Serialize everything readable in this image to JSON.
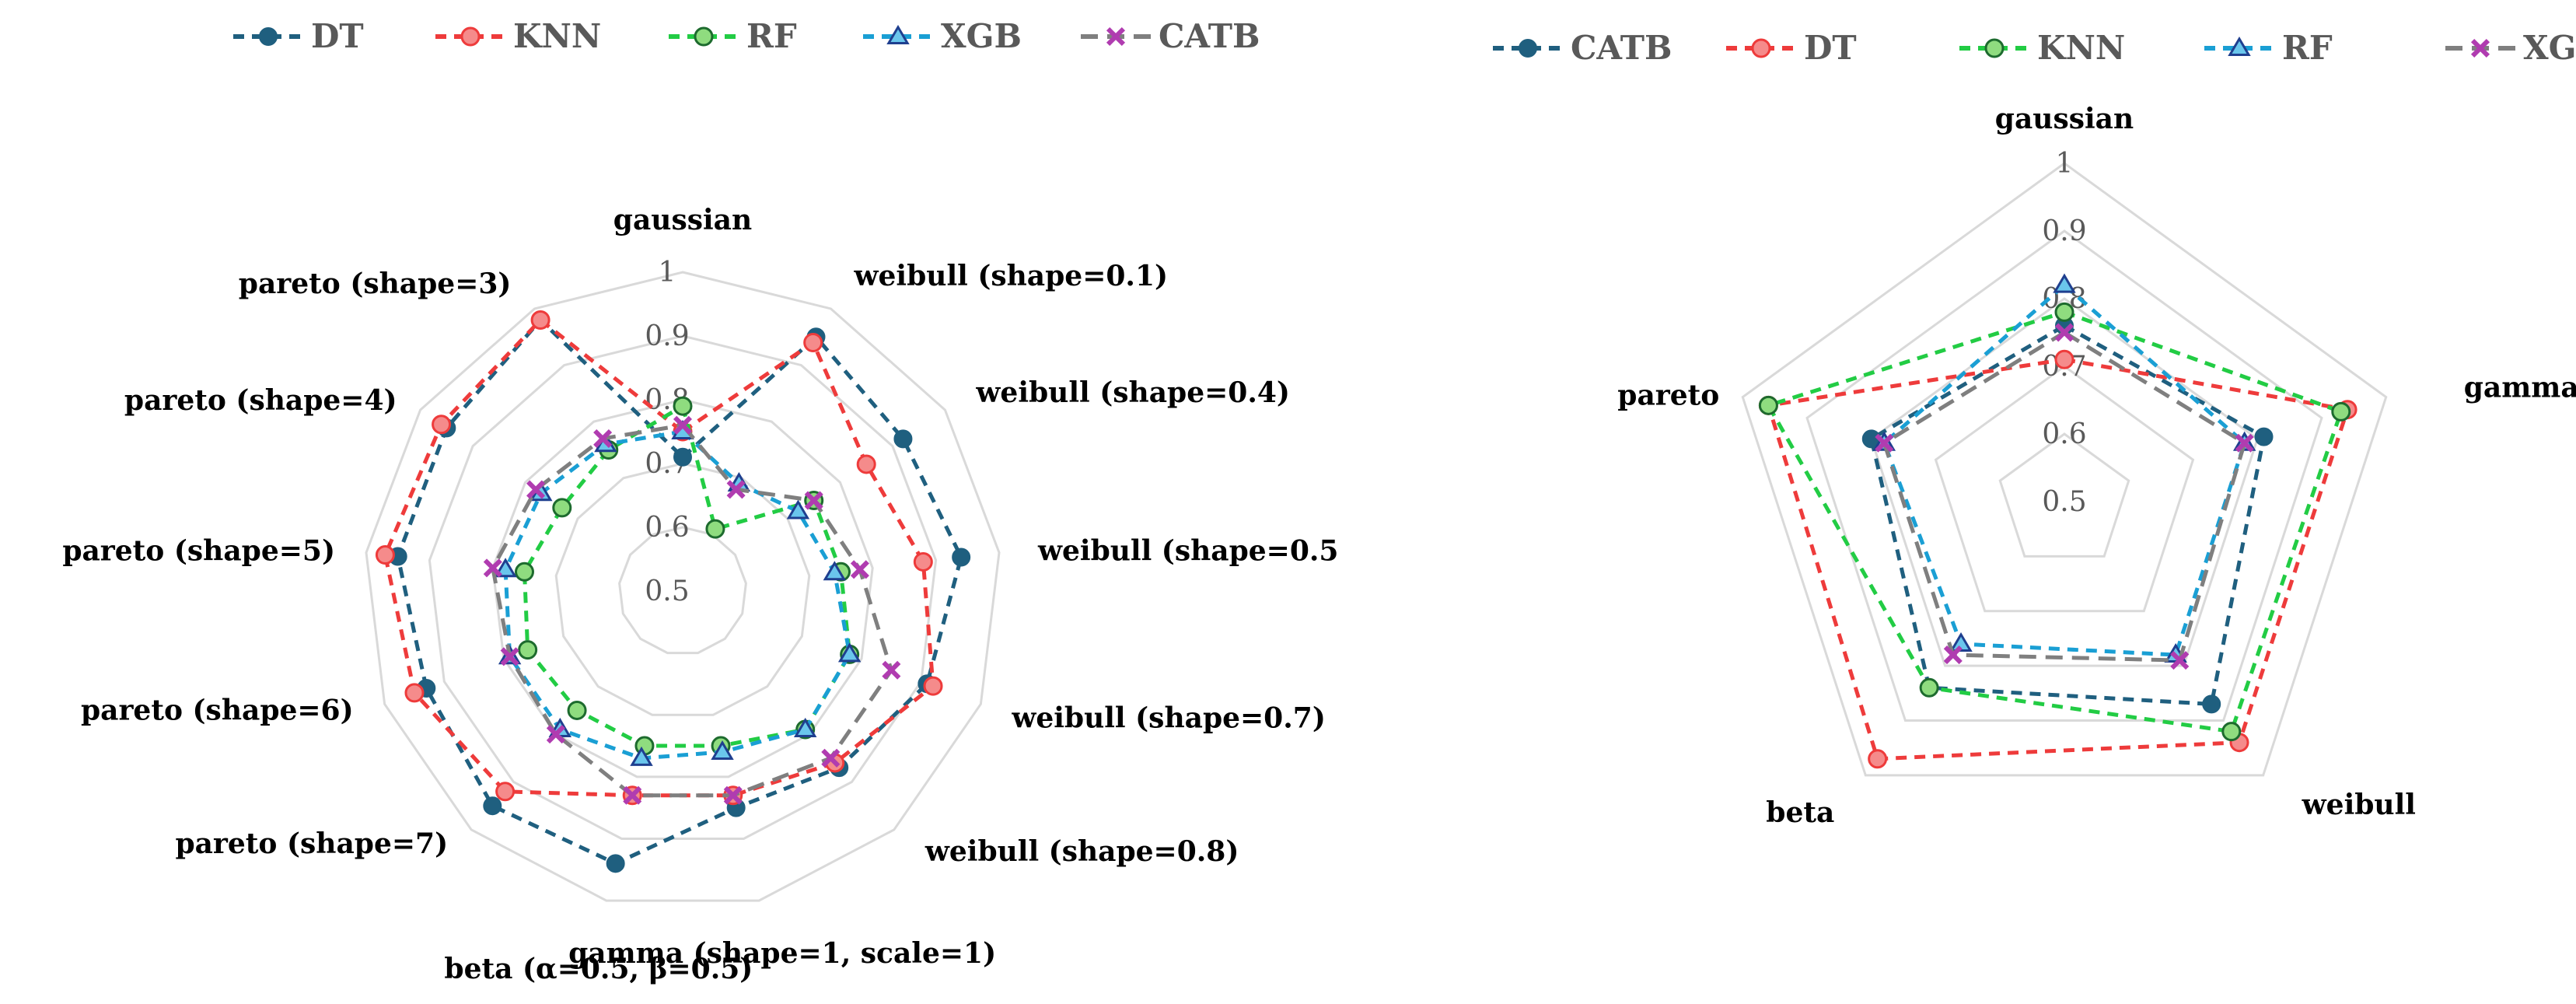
{
  "chart_data": [
    {
      "type": "radar",
      "legend_position": "top",
      "grid": true,
      "range": [
        0.5,
        1
      ],
      "ticks": [
        "0.5",
        "0.6",
        "0.7",
        "0.8",
        "0.9",
        "1"
      ],
      "categories": [
        "gaussian",
        "weibull (shape=0.1)",
        "weibull (shape=0.4)",
        "weibull (shape=0.5",
        "weibull (shape=0.7)",
        "weibull (shape=0.8)",
        "gamma (shape=1, scale=1)",
        "beta (α=0.5, β=0.5)",
        "pareto (shape=7)",
        "pareto (shape=6)",
        "pareto (shape=5)",
        "pareto (shape=4)",
        "pareto (shape=3)"
      ],
      "series": [
        {
          "name": "DT",
          "color": "#1f5f7f",
          "dash": "dash",
          "marker": "circle",
          "values": [
            0.71,
            0.95,
            0.92,
            0.94,
            0.91,
            0.87,
            0.85,
            0.94,
            0.95,
            0.93,
            0.95,
            0.95,
            0.98
          ]
        },
        {
          "name": "KNN",
          "color": "#ee3b3b",
          "dash": "dash",
          "marker": "circle-open-red",
          "values": [
            0.75,
            0.94,
            0.85,
            0.88,
            0.92,
            0.86,
            0.83,
            0.83,
            0.92,
            0.95,
            0.97,
            0.96,
            0.98
          ]
        },
        {
          "name": "RF",
          "color": "#22cc44",
          "dash": "dash",
          "marker": "circle-open",
          "values": [
            0.79,
            0.61,
            0.75,
            0.75,
            0.78,
            0.79,
            0.75,
            0.75,
            0.75,
            0.76,
            0.75,
            0.73,
            0.75
          ]
        },
        {
          "name": "XGB",
          "color": "#1a9fd4",
          "dash": "dash",
          "marker": "triangle",
          "values": [
            0.75,
            0.69,
            0.72,
            0.74,
            0.78,
            0.79,
            0.76,
            0.77,
            0.79,
            0.79,
            0.78,
            0.77,
            0.76
          ]
        },
        {
          "name": "CATB",
          "color": "#7f7f7f",
          "dash": "longdash",
          "marker": "x-magenta",
          "values": [
            0.76,
            0.68,
            0.75,
            0.78,
            0.85,
            0.85,
            0.83,
            0.83,
            0.8,
            0.79,
            0.8,
            0.78,
            0.77
          ]
        }
      ]
    },
    {
      "type": "radar",
      "legend_position": "top",
      "grid": true,
      "range": [
        0.5,
        1
      ],
      "ticks": [
        "0.5",
        "0.6",
        "0.7",
        "0.8",
        "0.9",
        "1"
      ],
      "categories": [
        "gaussian",
        "gamma",
        "weibull",
        "beta",
        "pareto"
      ],
      "series": [
        {
          "name": "CATB",
          "color": "#1f5f7f",
          "dash": "dash",
          "marker": "circle",
          "values": [
            0.76,
            0.81,
            0.87,
            0.84,
            0.8
          ]
        },
        {
          "name": "DT",
          "color": "#ee3b3b",
          "dash": "dash",
          "marker": "circle-open-red",
          "values": [
            0.71,
            0.94,
            0.94,
            0.97,
            0.96
          ]
        },
        {
          "name": "KNN",
          "color": "#22cc44",
          "dash": "dash",
          "marker": "circle-open",
          "values": [
            0.78,
            0.93,
            0.92,
            0.84,
            0.96
          ]
        },
        {
          "name": "RF",
          "color": "#1a9fd4",
          "dash": "dash",
          "marker": "triangle",
          "values": [
            0.82,
            0.78,
            0.78,
            0.76,
            0.78
          ]
        },
        {
          "name": "XGB",
          "color": "#7f7f7f",
          "dash": "longdash",
          "marker": "x-magenta",
          "values": [
            0.75,
            0.78,
            0.79,
            0.78,
            0.78
          ]
        }
      ]
    }
  ]
}
